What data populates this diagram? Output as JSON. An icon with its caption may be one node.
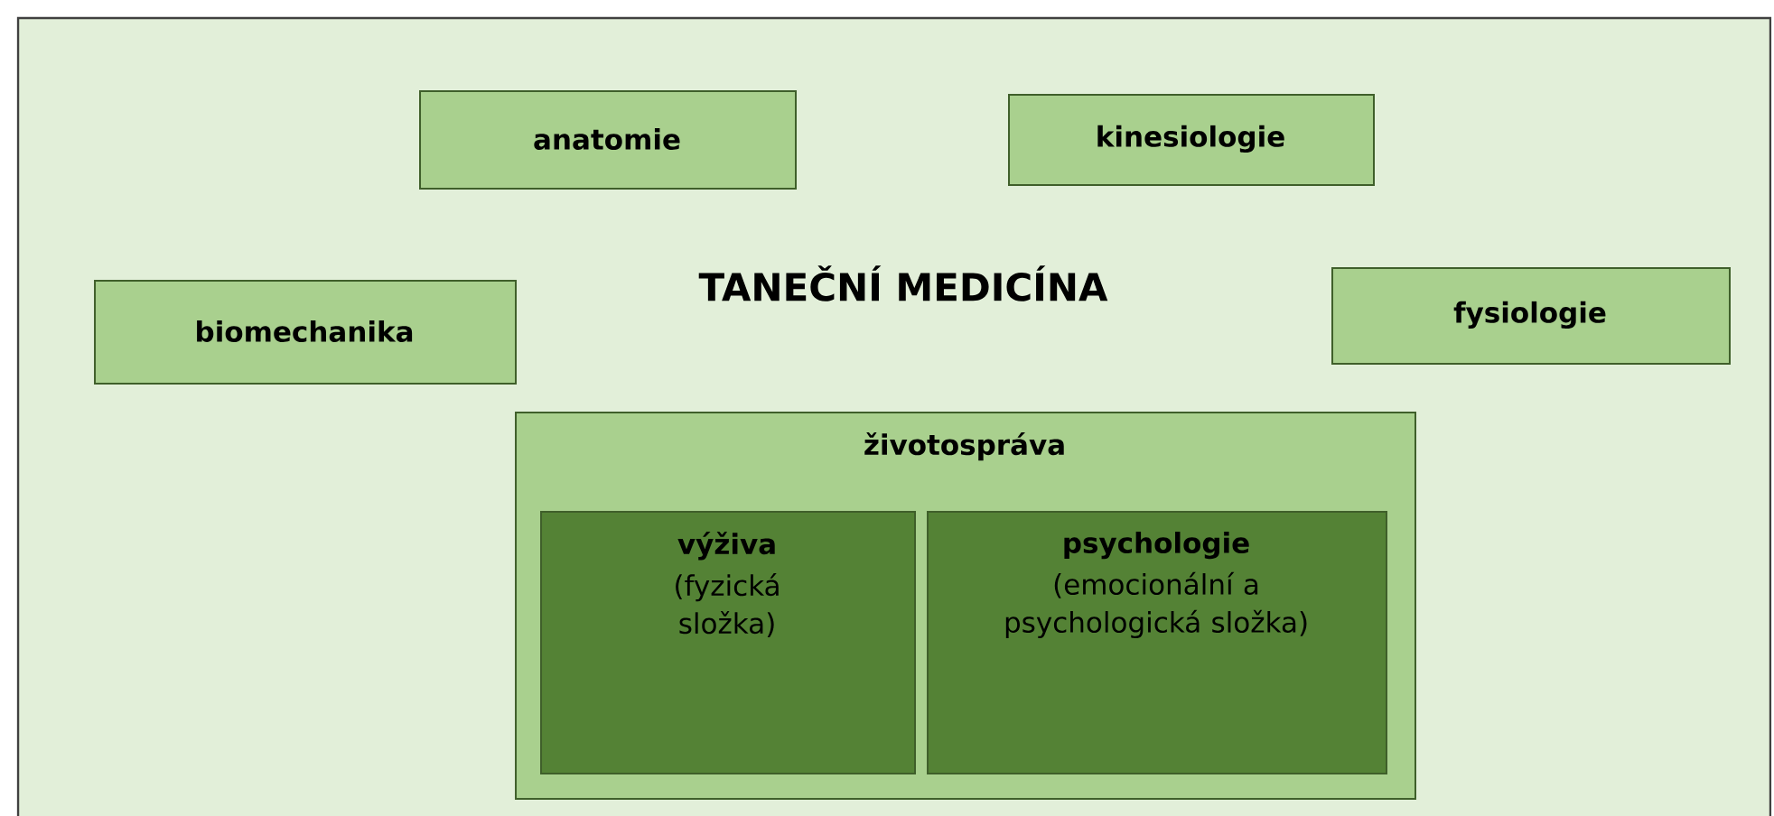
{
  "diagram": {
    "title": "TANEČNÍ MEDICÍNA",
    "nodes": [
      {
        "text": [
          "anatomie"
        ]
      },
      {
        "text": [
          "kinesiologie"
        ]
      },
      {
        "text": [
          "biomechanika"
        ]
      },
      {
        "text": [
          "fysiologie"
        ]
      },
      {
        "text": [
          "životospráva"
        ]
      },
      {
        "text": [
          "výživa",
          "(fyzická složka)"
        ],
        "in": 4
      },
      {
        "text": [
          "psychologie",
          "(emocionální a psychologická složka)"
        ],
        "in": 4
      }
    ]
  }
}
